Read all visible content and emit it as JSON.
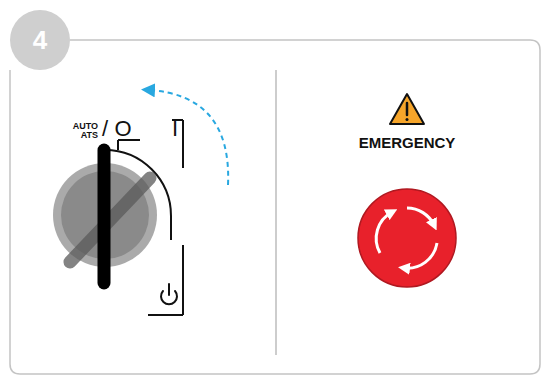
{
  "diagram": {
    "nodes": [
      {
        "text": [
          "4"
        ]
      }
    ],
    "labels": [
      "AUTO ATS",
      "/",
      "O",
      "I",
      "EMERGENCY"
    ]
  }
}
